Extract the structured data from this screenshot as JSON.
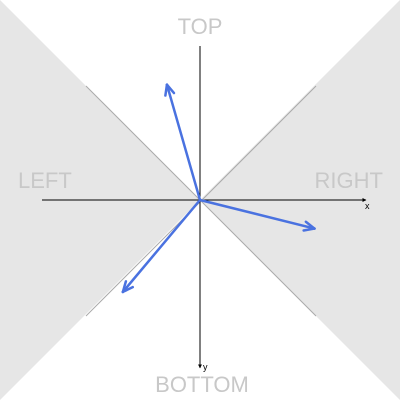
{
  "regions": {
    "top": "TOP",
    "bottom": "BOTTOM",
    "left": "LEFT",
    "right": "RIGHT"
  },
  "axes": {
    "x": "x",
    "y": "y"
  },
  "colors": {
    "region_fill": "#e6e6e6",
    "diagonal": "#aaaaaa",
    "axis": "#000000",
    "vector": "#4a72e0",
    "label": "#c8c8c8"
  },
  "vectors": [
    {
      "name": "vector-up-left",
      "angle_deg": 106,
      "length": 120
    },
    {
      "name": "vector-right-down",
      "angle_deg": -14,
      "length": 118
    },
    {
      "name": "vector-down-left",
      "angle_deg": -130,
      "length": 120
    }
  ]
}
